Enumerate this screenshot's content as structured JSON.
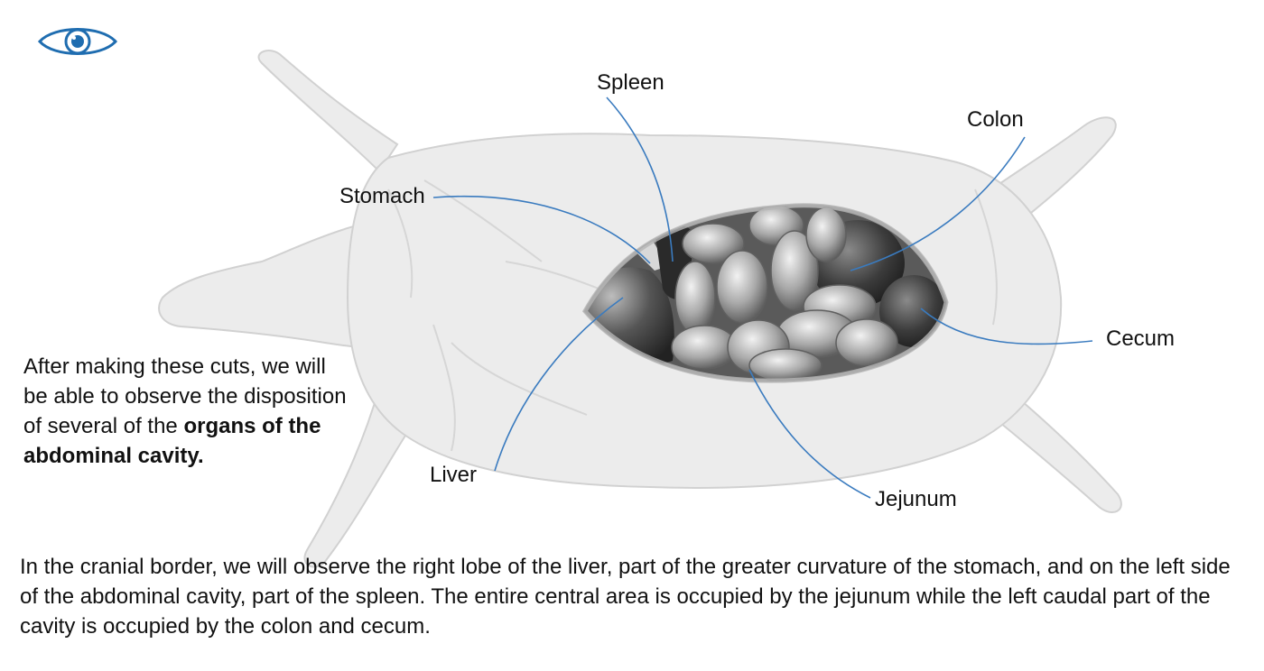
{
  "labels": {
    "spleen": "Spleen",
    "colon": "Colon",
    "stomach": "Stomach",
    "cecum": "Cecum",
    "liver": "Liver",
    "jejunum": "Jejunum"
  },
  "side_text": {
    "normal": "After making these cuts, we will be able to observe the disposition of several of the",
    "bold": "organs of the abdominal cavity."
  },
  "bottom_text": "In the cranial border, we will observe the right lobe of the liver, part of the greater curvature of the stomach, and on the left side of the abdominal cavity, part of the spleen. The entire central area is occupied by the jejunum while the left caudal part of the cavity is occupied by the colon and cecum.",
  "colors": {
    "accent": "#1f6db0",
    "leader_line": "#3a7bbf",
    "body_fill": "#ececec",
    "body_stroke": "#cfcfcf"
  }
}
